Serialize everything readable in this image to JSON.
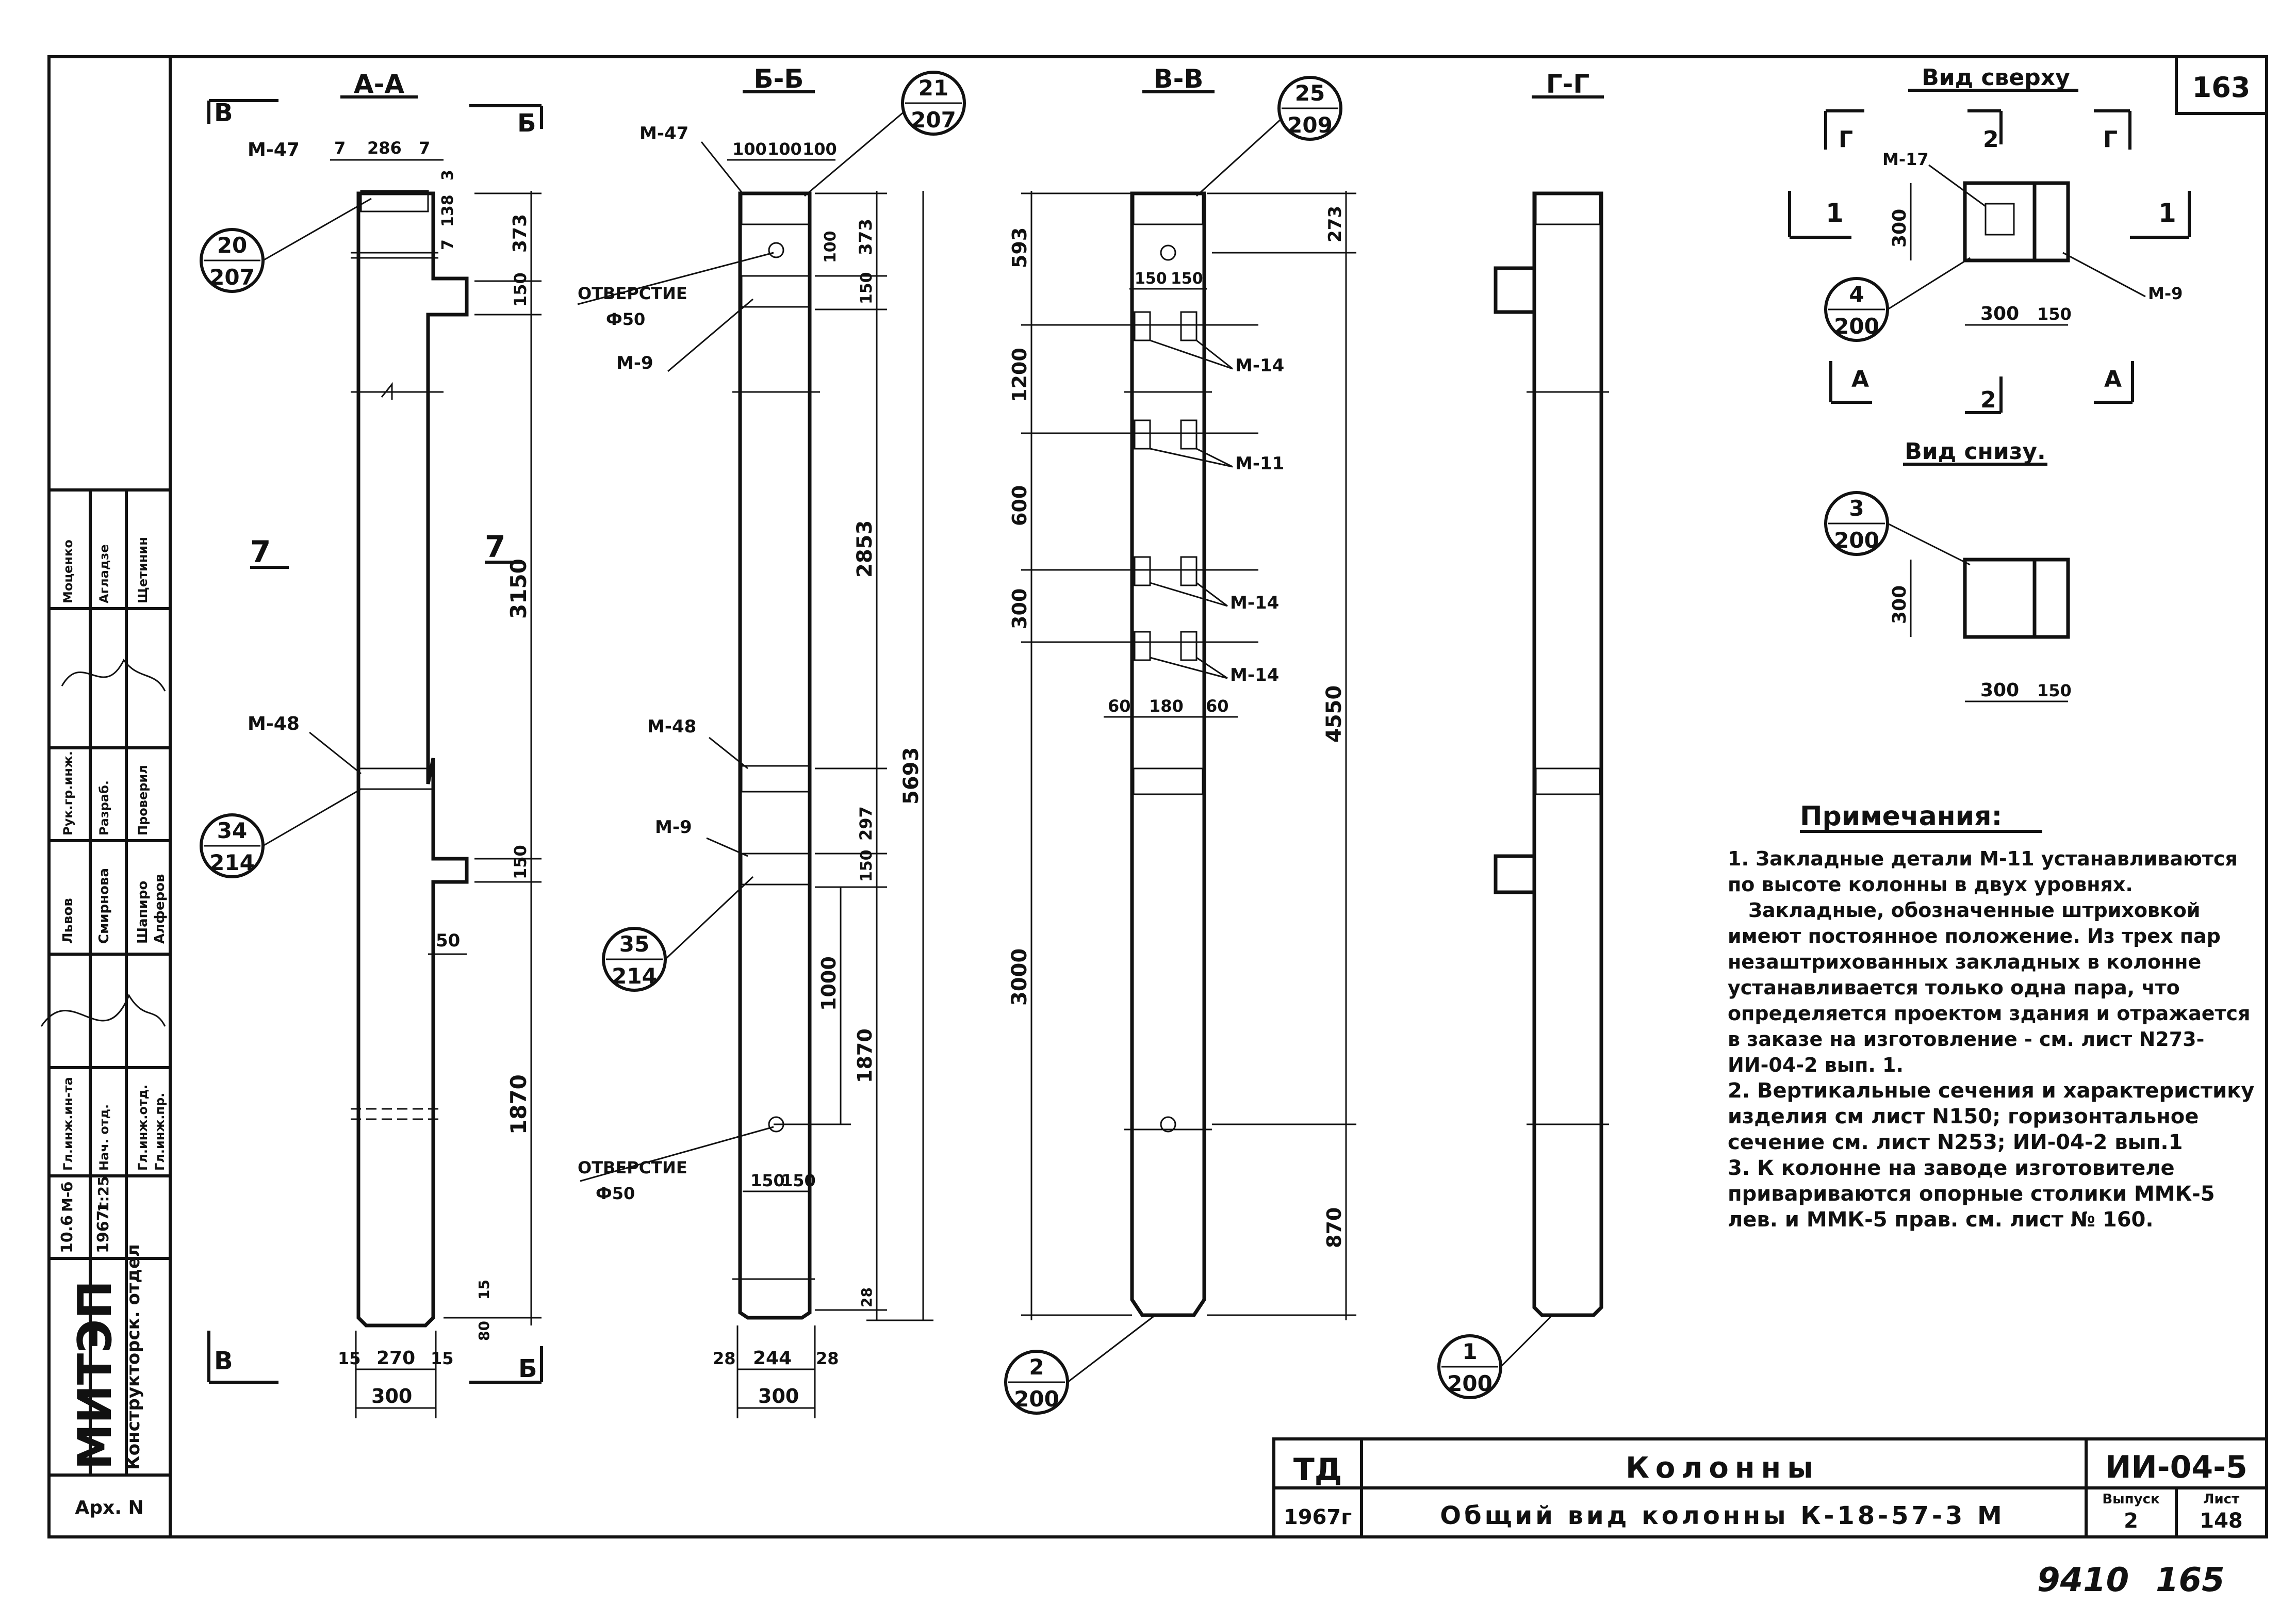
{
  "sheet": {
    "page_number": "163",
    "archive_number": "9410",
    "archive_number_2": "165"
  },
  "sections": {
    "aa": "А-А",
    "bb": "Б-Б",
    "vv": "В-В",
    "gg": "Г-Г",
    "top_view": "Вид сверху",
    "bottom_view": "Вид снизу."
  },
  "section_marks": {
    "v": "В",
    "b": "Б",
    "g": "Г",
    "a": "А",
    "one": "1",
    "two": "2",
    "seven": "7"
  },
  "parts": {
    "m47": "М-47",
    "m48": "М-48",
    "m9": "М-9",
    "m14": "М-14",
    "m11": "М-11",
    "m17": "М-17"
  },
  "callouts": [
    {
      "num": "20",
      "den": "207"
    },
    {
      "num": "21",
      "den": "207"
    },
    {
      "num": "25",
      "den": "209"
    },
    {
      "num": "34",
      "den": "214"
    },
    {
      "num": "35",
      "den": "214"
    },
    {
      "num": "2",
      "den": "200"
    },
    {
      "num": "1",
      "den": "200"
    },
    {
      "num": "4",
      "den": "200"
    },
    {
      "num": "3",
      "den": "200"
    }
  ],
  "holes": {
    "hole_top": "ОТВЕРСТИЕ",
    "hole_top_d": "Ф50",
    "hole_bottom": "ОТВЕРСТИЕ",
    "hole_bottom_d": "Ф50"
  },
  "dims": {
    "aa": [
      "7",
      "286",
      "7",
      "138",
      "3",
      "7",
      "373",
      "150",
      "3150",
      "150",
      "50",
      "1870",
      "15",
      "80",
      "15",
      "270",
      "15",
      "300"
    ],
    "bb": [
      "100",
      "100",
      "100",
      "100",
      "373",
      "150",
      "2853",
      "297",
      "5693",
      "150",
      "1000",
      "1870",
      "150",
      "150",
      "28",
      "28",
      "244",
      "28",
      "300"
    ],
    "vv": [
      "593",
      "273",
      "150",
      "150",
      "1200",
      "600",
      "300",
      "60",
      "180",
      "60",
      "4550",
      "3000",
      "870"
    ],
    "top": [
      "300",
      "300",
      "150",
      "300",
      "300",
      "150"
    ]
  },
  "notes": {
    "title": "Примечания:",
    "n1": "1. Закладные детали М-11 устанавливаются по высоте колонны в двух уровнях.",
    "n1b": "Закладные, обозначенные штриховкой имеют постоянное положение. Из трех пар незаштрихованных закладных в колонне устанавливается только одна пара, что определяется проектом здания и отражается в заказе на изготовление - см. лист N273-ИИ-04-2 вып. 1.",
    "n2": "2. Вертикальные сечения и характеристику изделия см лист N150; горизонтальное сечение см. лист N253; ИИ-04-2 вып.1",
    "n3": "3. К колонне на заводе изготовителе привариваются опорные столики ММК-5 лев. и ММК-5 прав. см. лист № 160."
  },
  "title_block": {
    "org": "ТД",
    "year": "1967г",
    "series_title": "Колонны",
    "drawing_title": "Общий вид колонны К-18-57-3 М",
    "code": "ИИ-04-5",
    "issue_label": "Выпуск",
    "issue": "2",
    "sheet_label": "Лист",
    "sheet": "148"
  },
  "side_stamp": {
    "org": "МИТЭП",
    "dept": "Конструкторск. отдел",
    "arch": "Арх. N",
    "rows": [
      {
        "role": "Гл.инж.ин-та",
        "name": "Львов"
      },
      {
        "role": "Нач. отд.",
        "name": "Смирнова"
      },
      {
        "role": "Гл.инж.отд.",
        "name": "Шапиро"
      },
      {
        "role": "Гл.инж.пр.",
        "name": "Алферов"
      },
      {
        "role": "Рук.гр.инж.",
        "name": "Моценко"
      },
      {
        "role": "Разраб.",
        "name": "Агладзе"
      },
      {
        "role": "Проверил",
        "name": "Щетинин"
      }
    ],
    "sheet_no": "10.6",
    "year": "1967г",
    "scale_m": "М-б",
    "scale": "1:25"
  }
}
